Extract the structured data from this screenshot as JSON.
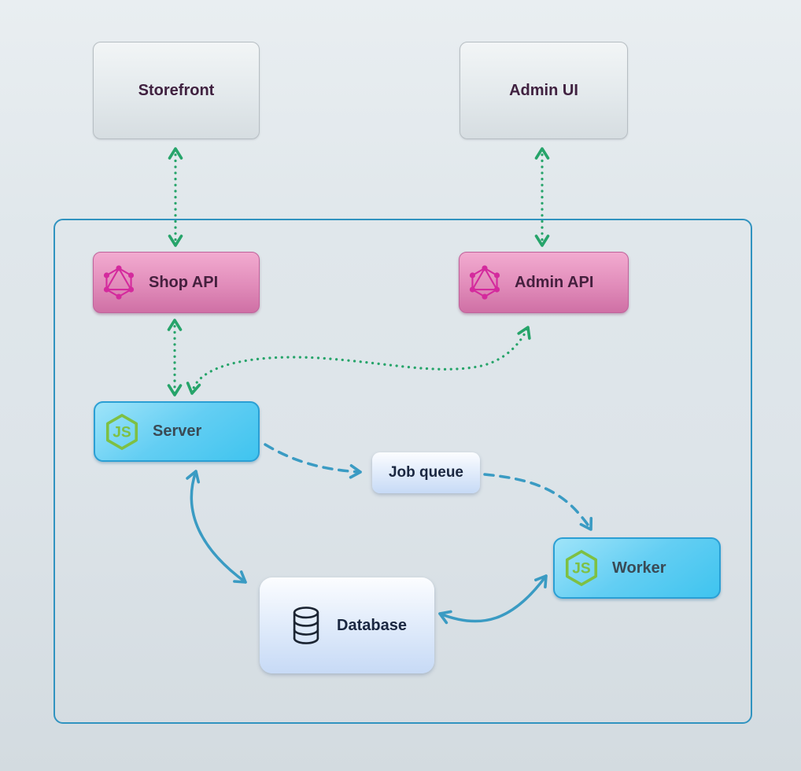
{
  "nodes": {
    "storefront": {
      "label": "Storefront",
      "icon": null
    },
    "admin_ui": {
      "label": "Admin UI",
      "icon": null
    },
    "shop_api": {
      "label": "Shop API",
      "icon": "graphql-icon"
    },
    "admin_api": {
      "label": "Admin API",
      "icon": "graphql-icon"
    },
    "server": {
      "label": "Server",
      "icon": "nodejs-icon"
    },
    "job_queue": {
      "label": "Job queue",
      "icon": null
    },
    "worker": {
      "label": "Worker",
      "icon": "nodejs-icon"
    },
    "database": {
      "label": "Database",
      "icon": "database-icon"
    }
  },
  "edges": [
    {
      "from": "Storefront",
      "to": "Shop API",
      "style": "dotted",
      "color": "green",
      "bidirectional": true
    },
    {
      "from": "Admin UI",
      "to": "Admin API",
      "style": "dotted",
      "color": "green",
      "bidirectional": true
    },
    {
      "from": "Shop API",
      "to": "Server",
      "style": "dotted",
      "color": "green",
      "bidirectional": true
    },
    {
      "from": "Server",
      "to": "Admin API",
      "style": "dotted",
      "color": "green",
      "bidirectional": true
    },
    {
      "from": "Server",
      "to": "Job queue",
      "style": "dashed",
      "color": "blue",
      "bidirectional": false
    },
    {
      "from": "Job queue",
      "to": "Worker",
      "style": "dashed",
      "color": "blue",
      "bidirectional": false
    },
    {
      "from": "Server",
      "to": "Database",
      "style": "solid",
      "color": "blue",
      "bidirectional": true
    },
    {
      "from": "Database",
      "to": "Worker",
      "style": "solid",
      "color": "blue",
      "bidirectional": true
    }
  ],
  "colors": {
    "green_arrow": "#26a46a",
    "blue_arrow": "#3a9bc3",
    "container_border": "#3093c0",
    "graphql_pink": "#d42a9d",
    "nodejs_green": "#7ec043",
    "database_icon": "#1c2533"
  }
}
